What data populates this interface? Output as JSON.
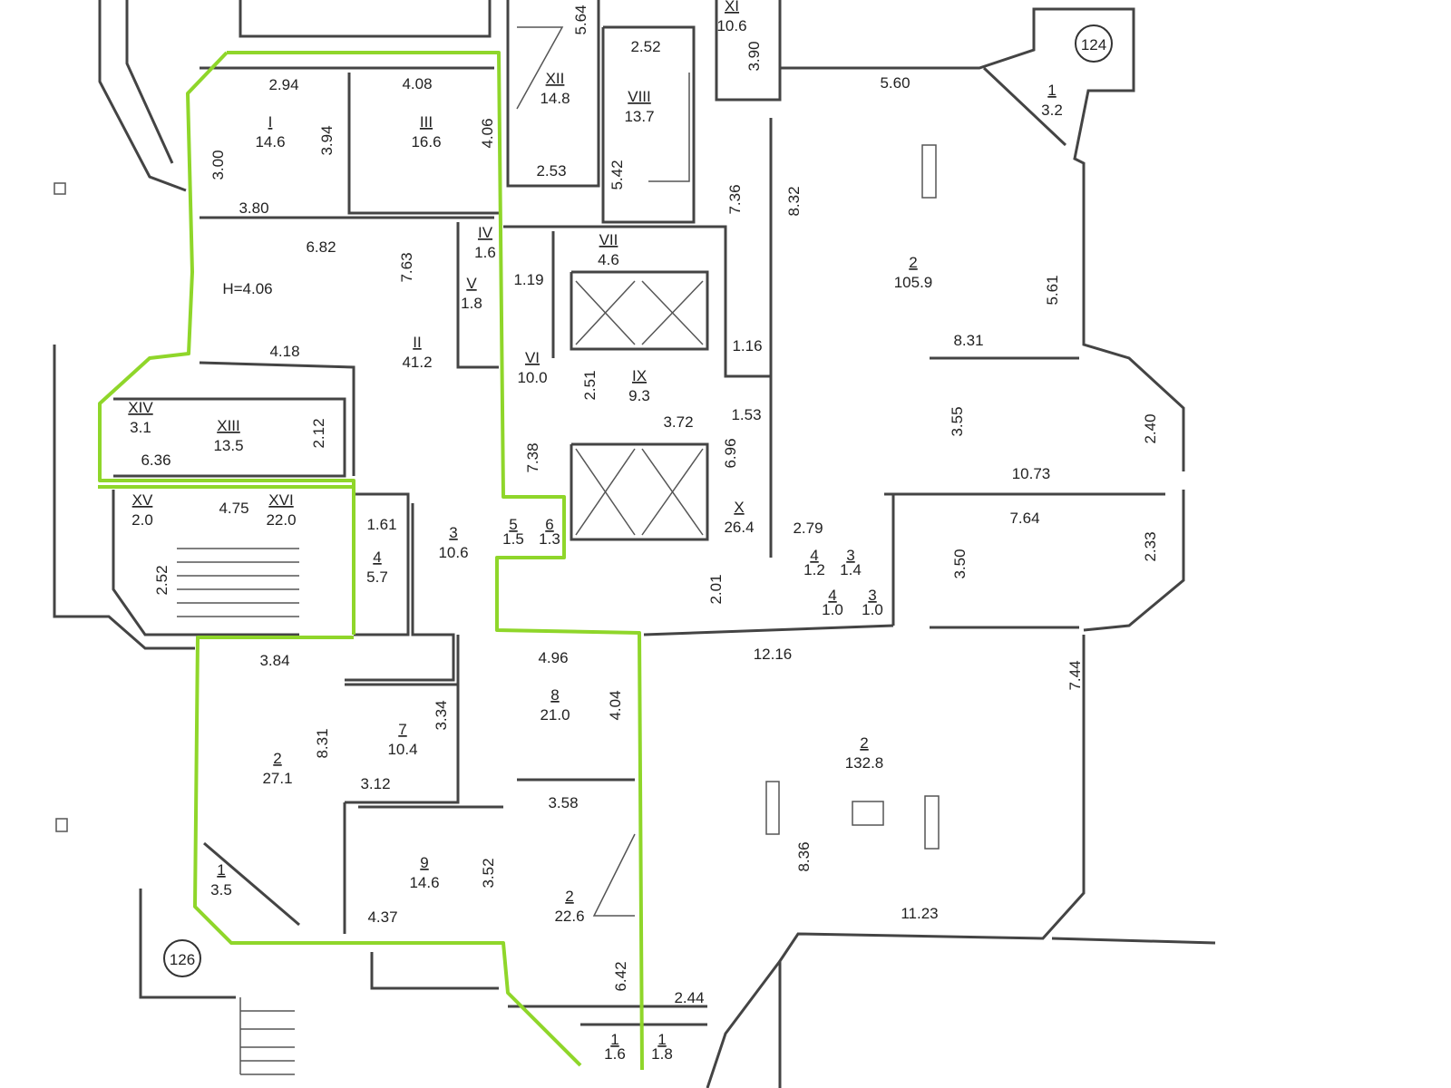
{
  "rooms": [
    {
      "num": "I",
      "area": "14.6"
    },
    {
      "num": "III",
      "area": "16.6"
    },
    {
      "num": "II",
      "area": "41.2"
    },
    {
      "num": "IV",
      "area": "1.6"
    },
    {
      "num": "V",
      "area": "1.8"
    },
    {
      "num": "XIV",
      "area": "3.1"
    },
    {
      "num": "XIII",
      "area": "13.5"
    },
    {
      "num": "XV",
      "area": "2.0"
    },
    {
      "num": "XVI",
      "area": "22.0"
    },
    {
      "num": "XII",
      "area": "14.8"
    },
    {
      "num": "VIII",
      "area": "13.7"
    },
    {
      "num": "XI",
      "area": "10.6"
    },
    {
      "num": "VII",
      "area": "4.6"
    },
    {
      "num": "VI",
      "area": "10.0"
    },
    {
      "num": "IX",
      "area": "9.3"
    },
    {
      "num": "X",
      "area": "26.4"
    },
    {
      "num": "1",
      "area": "3.2"
    },
    {
      "num": "2",
      "area": "105.9"
    },
    {
      "num": "2",
      "area": "132.8"
    },
    {
      "num": "3",
      "area": "10.6"
    },
    {
      "num": "4",
      "area": "5.7"
    },
    {
      "num": "5",
      "area": "1.5"
    },
    {
      "num": "6",
      "area": "1.3"
    },
    {
      "num": "4",
      "area": "1.2"
    },
    {
      "num": "3",
      "area": "1.4"
    },
    {
      "num": "4",
      "area": "1.0"
    },
    {
      "num": "3",
      "area": "1.0"
    },
    {
      "num": "8",
      "area": "21.0"
    },
    {
      "num": "7",
      "area": "10.4"
    },
    {
      "num": "2",
      "area": "27.1"
    },
    {
      "num": "9",
      "area": "14.6"
    },
    {
      "num": "2",
      "area": "22.6"
    },
    {
      "num": "1",
      "area": "3.5"
    },
    {
      "num": "1",
      "area": "1.6"
    },
    {
      "num": "1",
      "area": "1.8"
    }
  ],
  "dims_h": [
    "2.94",
    "4.08",
    "3.80",
    "6.82",
    "H=4.06",
    "4.18",
    "6.36",
    "4.75",
    "1.61",
    "3.84",
    "4.96",
    "3.12",
    "3.58",
    "4.37",
    "2.44",
    "12.16",
    "11.23",
    "10.73",
    "7.64",
    "8.31",
    "5.60",
    "2.79",
    "3.72",
    "1.53",
    "1.16",
    "1.19",
    "2.53",
    "2.52"
  ],
  "dims_v": [
    "3.00",
    "3.94",
    "4.06",
    "7.63",
    "2.12",
    "5.64",
    "5.42",
    "7.36",
    "3.90",
    "8.32",
    "5.61",
    "3.55",
    "2.40",
    "3.50",
    "2.33",
    "7.44",
    "8.36",
    "6.42",
    "2.01",
    "6.96",
    "7.38",
    "2.51",
    "2.52",
    "8.31",
    "3.34",
    "4.04",
    "3.52"
  ],
  "markers": [
    "124",
    "126"
  ],
  "colors": {
    "highlight": "#8fd62a",
    "walls": "#444444"
  }
}
